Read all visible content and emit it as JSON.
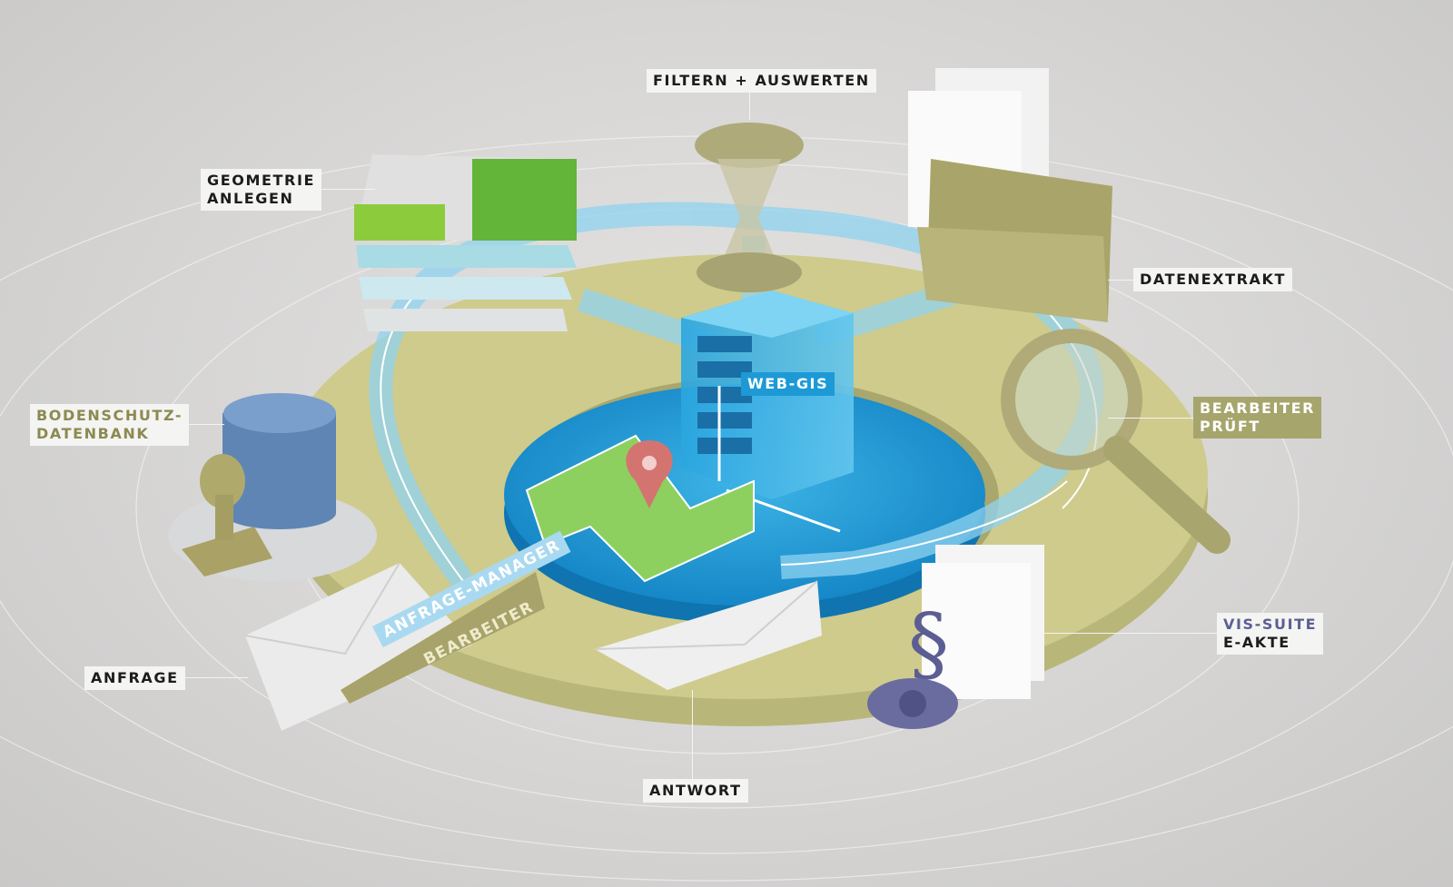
{
  "labels": {
    "filtern": "FILTERN + AUSWERTEN",
    "geometrie_1": "GEOMETRIE",
    "geometrie_2": "ANLEGEN",
    "datenextrakt": "DATENEXTRAKT",
    "bodenschutz_1": "BODENSCHUTZ-",
    "bodenschutz_2": "DATENBANK",
    "bearbeiter_prueft_1": "BEARBEITER",
    "bearbeiter_prueft_2": "PRÜFT",
    "vis_suite": "VIS-SUITE",
    "e_akte": "E-AKTE",
    "anfrage": "ANFRAGE",
    "antwort": "ANTWORT",
    "web_gis": "WEB-GIS",
    "anfrage_manager": "ANFRAGE-MANAGER",
    "bearbeiter": "BEARBEITER"
  },
  "colors": {
    "olive": "#a6a56c",
    "blue": "#1d9ad6",
    "purple": "#5c5f92",
    "label_bg": "#f4f4f2"
  },
  "icons": [
    "hourglass-icon",
    "layers-map-icon",
    "folder-documents-icon",
    "database-icon",
    "stamp-icon",
    "magnifier-icon",
    "server-icon",
    "map-pin-icon",
    "envelope-icon",
    "paragraph-eye-icon"
  ]
}
